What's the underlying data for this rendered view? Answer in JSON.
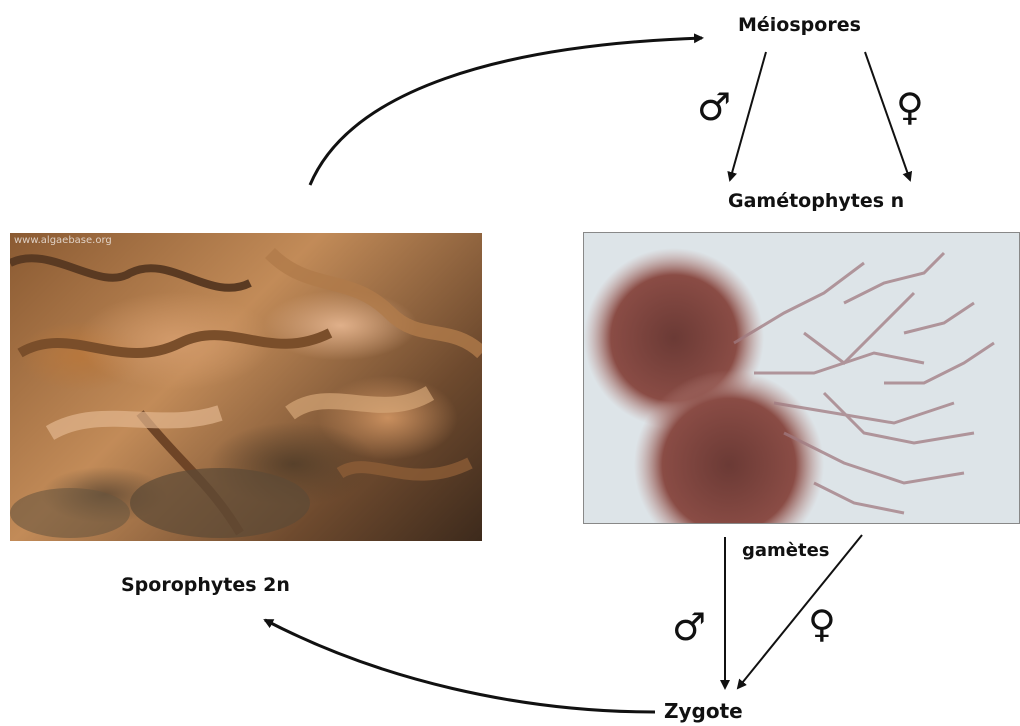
{
  "nodes": {
    "meiospores": "Méiospores",
    "gametophytes": "Gamétophytes n",
    "sporophytes": "Sporophytes 2n",
    "gametes": "gamètes",
    "zygote": "Zygote"
  },
  "symbols": {
    "male": "♂",
    "female": "♀"
  },
  "kelp_photo": {
    "watermark": "www.algaebase.org"
  },
  "colors": {
    "arrow": "#111111"
  }
}
